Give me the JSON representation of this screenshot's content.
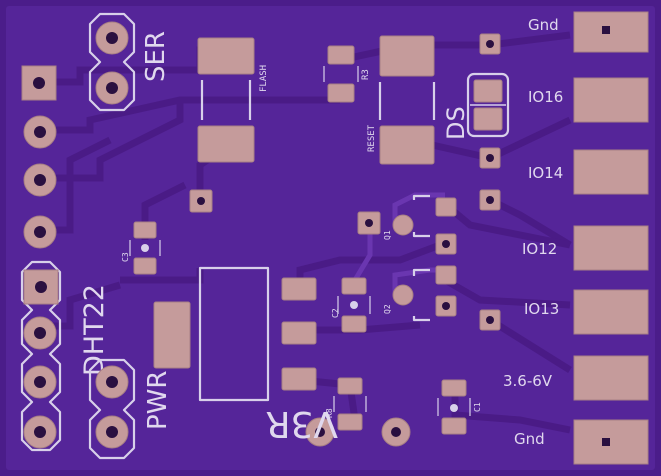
{
  "silkscreen": {
    "ser": "SER",
    "flash": "FLASH",
    "r3": "R3",
    "reset": "RESET",
    "ds": "DS",
    "q1": "Q1",
    "q2": "Q2",
    "c3": "C3",
    "c2": "C2",
    "c1": "C1",
    "dht22": "DHT22",
    "pwr": "PWR",
    "v3r": "V3R",
    "r8": "R8"
  },
  "pin_labels": {
    "gnd_top": "Gnd",
    "io16": "IO16",
    "io14": "IO14",
    "io12": "IO12",
    "io13": "IO13",
    "vin": "3.6-6V",
    "gnd_bottom": "Gnd"
  },
  "colors": {
    "board": "#4b1d8a",
    "trace": "#5a2aa0",
    "pad": "#c59b9b",
    "silk": "#d8d0ea"
  }
}
